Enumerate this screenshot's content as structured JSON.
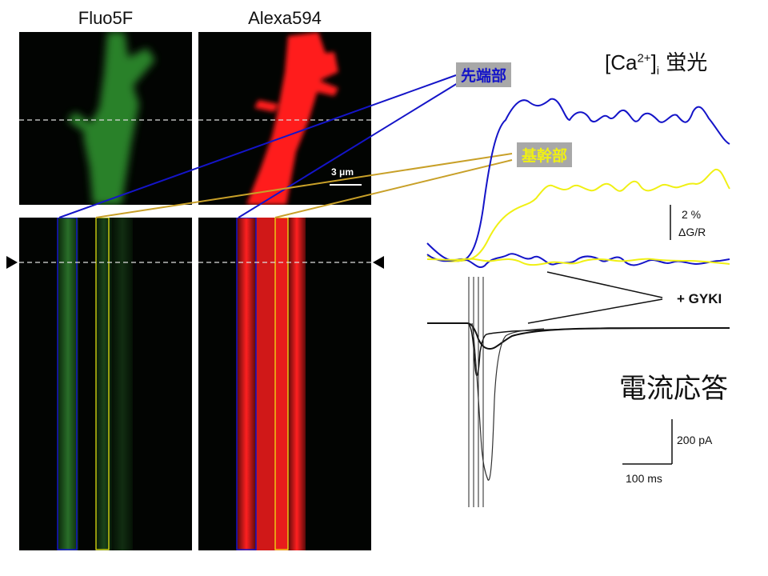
{
  "columns": {
    "fluo": "Fluo5F",
    "alexa": "Alexa594"
  },
  "image_scale": "3 μm",
  "callouts": {
    "tip": "先端部",
    "shaft": "基幹部",
    "gyki": "+ GYKI"
  },
  "calcium_heading": {
    "bracket_open": "[Ca",
    "superscript": "2+",
    "bracket_close": "]",
    "subscript": "i",
    "tail": " 蛍光"
  },
  "ca_scale": {
    "value": "2 %",
    "unit": "ΔG/R"
  },
  "current_heading": "電流応答",
  "current_scale": {
    "amplitude": "200 pA",
    "time": "100 ms"
  },
  "colors": {
    "tip": "#1414c8",
    "shaft": "#f0f014",
    "shaft_line": "#c8a028",
    "label_bg": "#a8a8a8",
    "green": "#3aa83a",
    "red": "#ff2020"
  }
}
